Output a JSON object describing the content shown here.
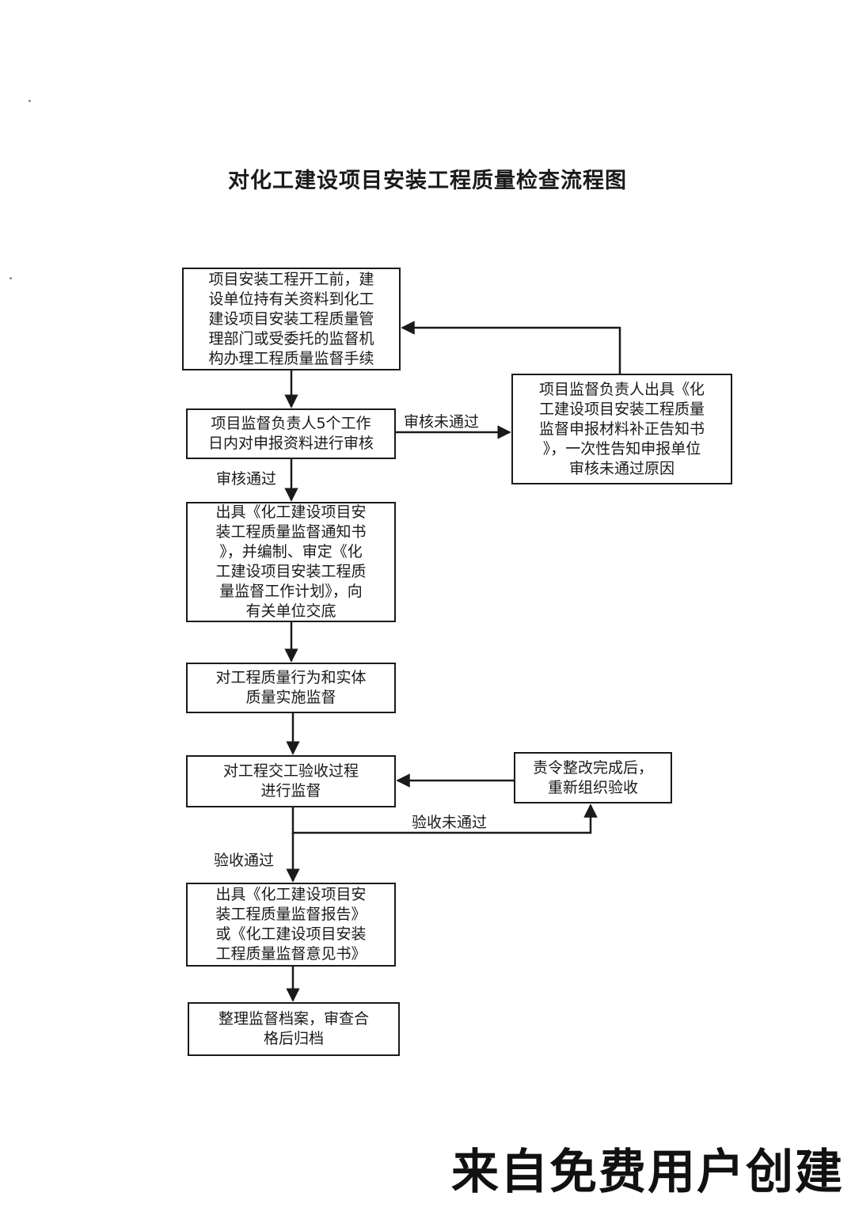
{
  "title": "对化工建设项目安装工程质量检查流程图",
  "boxes": {
    "step1": "项目安装工程开工前，建\n设单位持有关资料到化工\n建设项目安装工程质量管\n理部门或受委托的监督机\n构办理工程质量监督手续",
    "step2": "项目监督负责人5个工作\n日内对申报资料进行审核",
    "step3": "出具《化工建设项目安\n装工程质量监督通知书\n》，并编制、审定《化\n工建设项目安装工程质\n量监督工作计划》，向\n有关单位交底",
    "step4": "对工程质量行为和实体\n质量实施监督",
    "step5": "对工程交工验收过程\n进行监督",
    "step6": "出具《化工建设项目安\n装工程质量监督报告》\n或《化工建设项目安装\n工程质量监督意见书》",
    "step7": "整理监督档案，审查合\n格后归档",
    "reject_notice": "项目监督负责人出具《化\n工建设项目安装工程质量\n监督申报材料补正告知书\n》，一次性告知申报单位\n审核未通过原因",
    "rectify": "责令整改完成后，\n重新组织验收"
  },
  "labels": {
    "review_fail": "审核未通过",
    "review_pass": "审核通过",
    "accept_fail": "验收未通过",
    "accept_pass": "验收通过"
  },
  "watermark": "来自免费用户创建"
}
